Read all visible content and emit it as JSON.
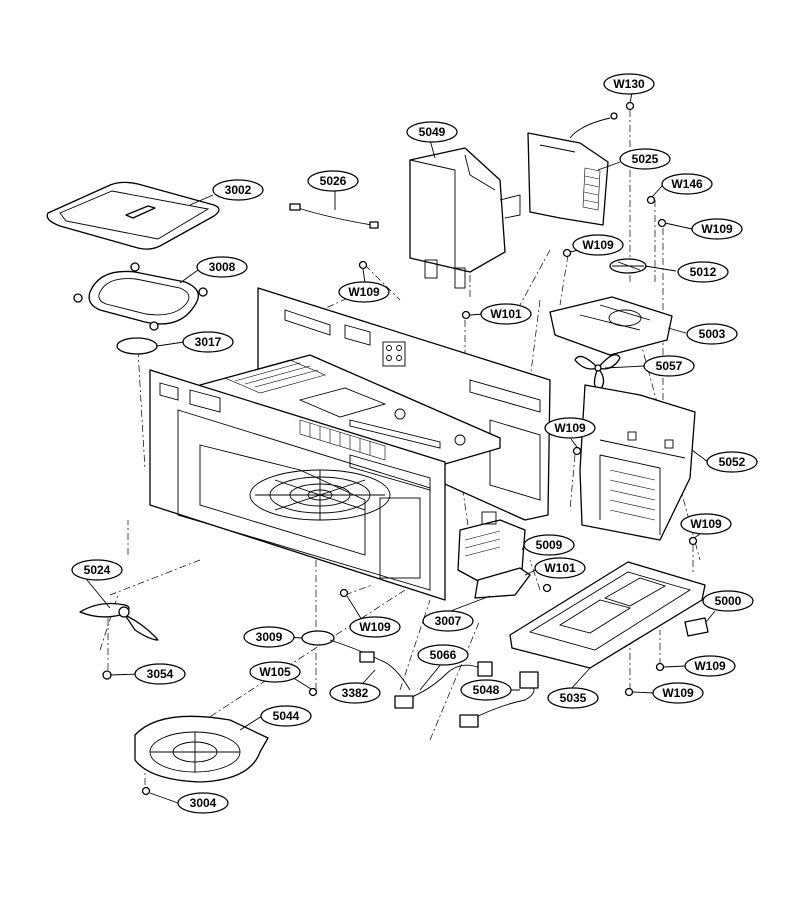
{
  "callouts": [
    {
      "id": "c-w130",
      "label": "W130"
    },
    {
      "id": "c-5049",
      "label": "5049"
    },
    {
      "id": "c-5025",
      "label": "5025"
    },
    {
      "id": "c-w146",
      "label": "W146"
    },
    {
      "id": "c-3002",
      "label": "3002"
    },
    {
      "id": "c-5026",
      "label": "5026"
    },
    {
      "id": "c-w109-a",
      "label": "W109"
    },
    {
      "id": "c-w109-b",
      "label": "W109"
    },
    {
      "id": "c-3008",
      "label": "3008"
    },
    {
      "id": "c-5012",
      "label": "5012"
    },
    {
      "id": "c-w109-c",
      "label": "W109"
    },
    {
      "id": "c-w101-a",
      "label": "W101"
    },
    {
      "id": "c-5003",
      "label": "5003"
    },
    {
      "id": "c-3017",
      "label": "3017"
    },
    {
      "id": "c-5057",
      "label": "5057"
    },
    {
      "id": "c-w109-d",
      "label": "W109"
    },
    {
      "id": "c-5052",
      "label": "5052"
    },
    {
      "id": "c-w109-e",
      "label": "W109"
    },
    {
      "id": "c-5009",
      "label": "5009"
    },
    {
      "id": "c-5024",
      "label": "5024"
    },
    {
      "id": "c-w101-b",
      "label": "W101"
    },
    {
      "id": "c-5000",
      "label": "5000"
    },
    {
      "id": "c-3007",
      "label": "3007"
    },
    {
      "id": "c-w109-f",
      "label": "W109"
    },
    {
      "id": "c-3009",
      "label": "3009"
    },
    {
      "id": "c-5066",
      "label": "5066"
    },
    {
      "id": "c-w109-g",
      "label": "W109"
    },
    {
      "id": "c-3054",
      "label": "3054"
    },
    {
      "id": "c-w105",
      "label": "W105"
    },
    {
      "id": "c-5048",
      "label": "5048"
    },
    {
      "id": "c-w109-h",
      "label": "W109"
    },
    {
      "id": "c-3382",
      "label": "3382"
    },
    {
      "id": "c-5035",
      "label": "5035"
    },
    {
      "id": "c-5044",
      "label": "5044"
    },
    {
      "id": "c-3004",
      "label": "3004"
    }
  ]
}
